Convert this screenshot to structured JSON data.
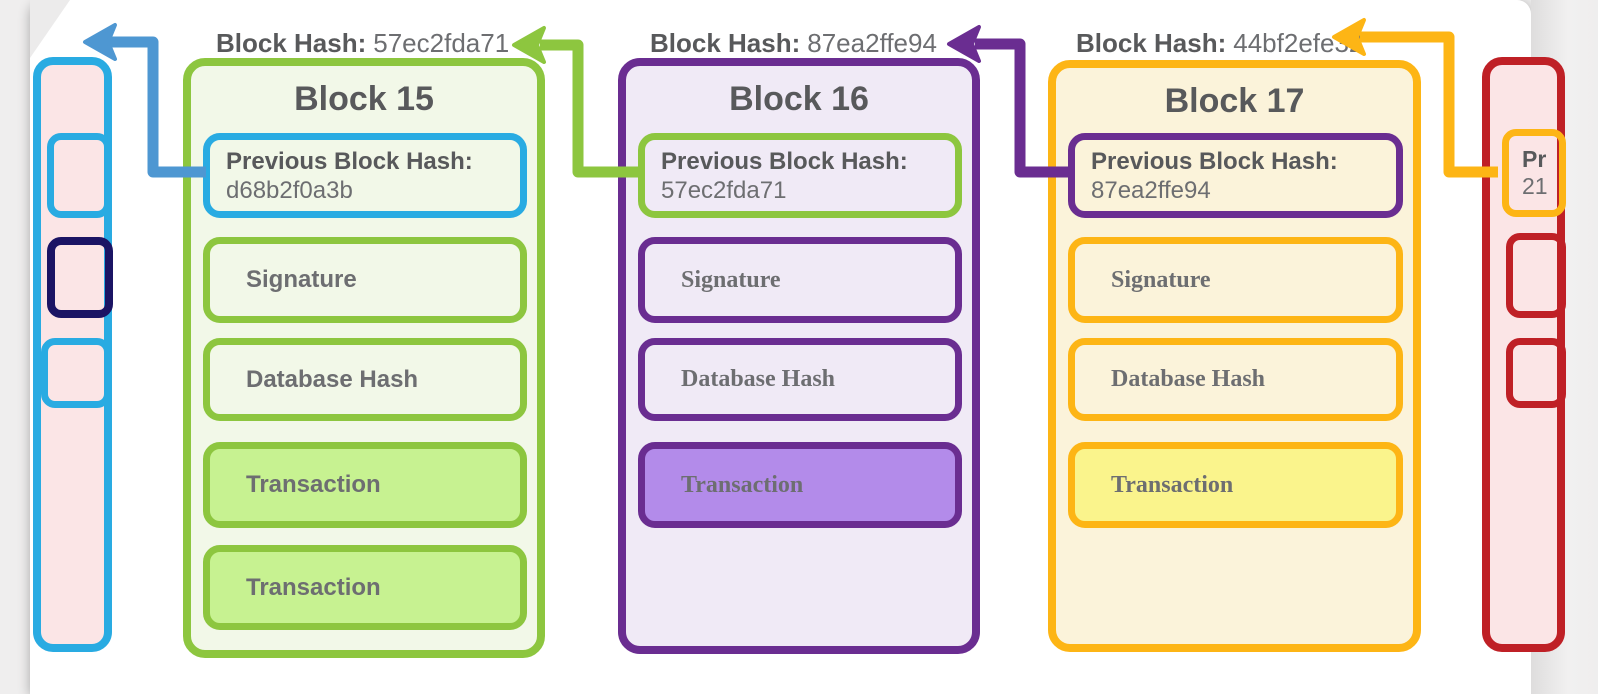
{
  "colors": {
    "cyan": "#29ABE2",
    "arrow_blue": "#4E97D2",
    "navy": "#1B1464",
    "green": "#8DC63F",
    "green_bg": "#F2F8E8",
    "green_fill": "#C7F291",
    "purple": "#6A2D91",
    "purple_bg": "#F0EAF6",
    "purple_fill": "#B38BEA",
    "amber": "#FDB515",
    "amber_bg": "#FBF3DA",
    "amber_fill": "#FAF48C",
    "red": "#BF2026",
    "pink_bg": "#FBE5E6",
    "text_dark": "#58595B",
    "text_mid": "#6D6E71"
  },
  "blocks": [
    {
      "title": "Block 15",
      "block_hash_label": "Block Hash:",
      "block_hash": "57ec2fda71",
      "prev_label": "Previous Block Hash:",
      "prev_hash": "d68b2f0a3b",
      "signature_label": "Signature",
      "database_hash_label": "Database Hash",
      "transactions": [
        "Transaction",
        "Transaction"
      ]
    },
    {
      "title": "Block 16",
      "block_hash_label": "Block Hash:",
      "block_hash": "87ea2ffe94",
      "prev_label": "Previous Block Hash:",
      "prev_hash": "57ec2fda71",
      "signature_label": "Signature",
      "database_hash_label": "Database Hash",
      "transactions": [
        "Transaction"
      ]
    },
    {
      "title": "Block 17",
      "block_hash_label": "Block Hash:",
      "block_hash": "44bf2efe32",
      "prev_label": "Previous Block Hash:",
      "prev_hash": "87ea2ffe94",
      "signature_label": "Signature",
      "database_hash_label": "Database Hash",
      "transactions": [
        "Transaction"
      ]
    }
  ],
  "partial_next_block": {
    "prev_label_clipped": "Pr",
    "prev_hash_clipped": "21"
  }
}
